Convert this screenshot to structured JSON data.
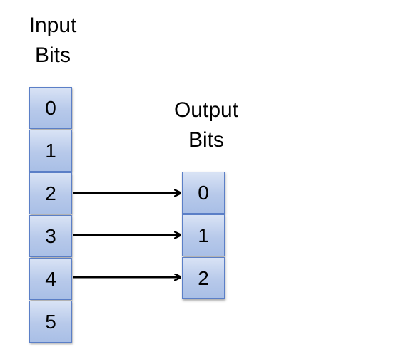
{
  "input_title": {
    "line1": "Input",
    "line2": "Bits"
  },
  "output_title": {
    "line1": "Output",
    "line2": "Bits"
  },
  "input_bits": [
    "0",
    "1",
    "2",
    "3",
    "4",
    "5"
  ],
  "output_bits": [
    "0",
    "1",
    "2"
  ],
  "colors": {
    "cell_fill": "#b7c9ea",
    "cell_border": "#5b7fc7",
    "arrow": "#000000"
  },
  "mappings": [
    {
      "from": "2",
      "to": "0"
    },
    {
      "from": "3",
      "to": "1"
    },
    {
      "from": "4",
      "to": "2"
    }
  ]
}
